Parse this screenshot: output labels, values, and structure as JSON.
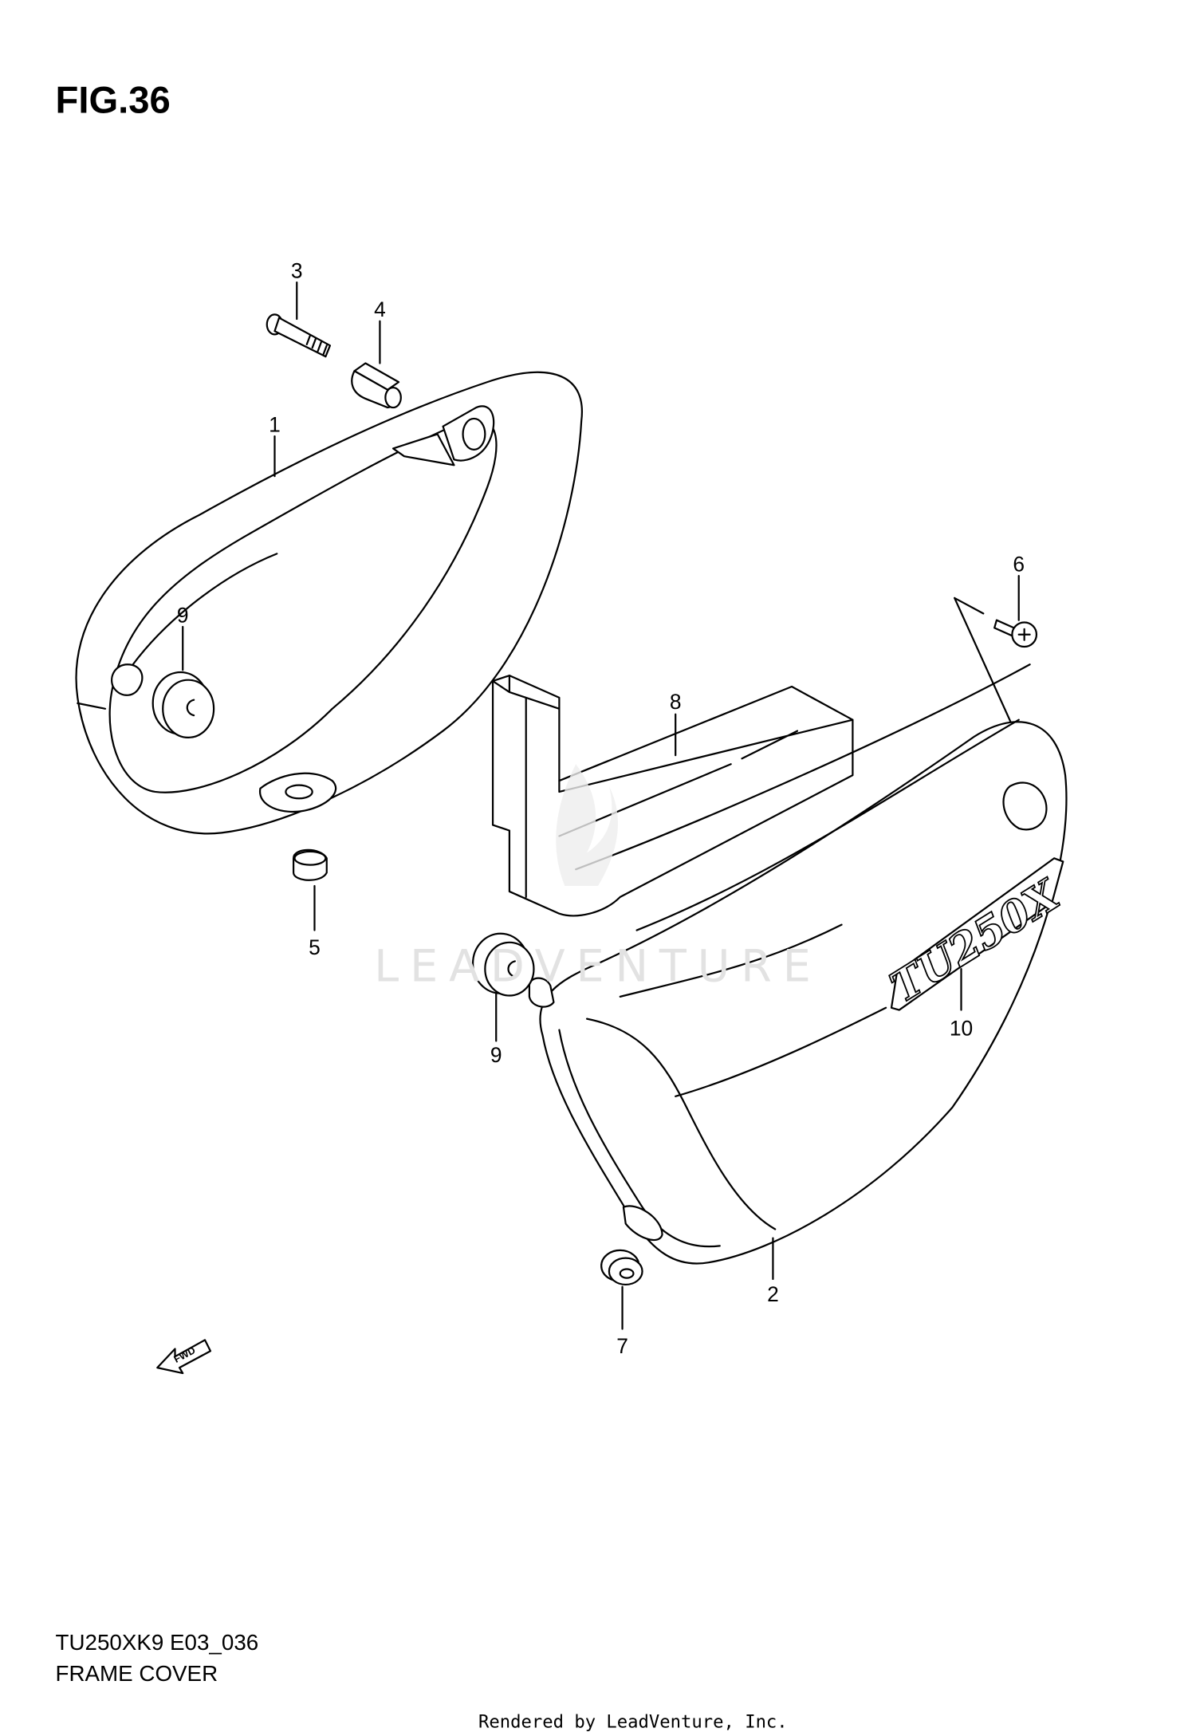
{
  "figure": {
    "title": "FIG.36"
  },
  "callouts": {
    "c1": "1",
    "c2": "2",
    "c3": "3",
    "c4": "4",
    "c5": "5",
    "c6": "6",
    "c7": "7",
    "c8": "8",
    "c9a": "9",
    "c9b": "9",
    "c10": "10"
  },
  "emblem_text": "TU250X",
  "fwd_label": "FWD",
  "watermark": "LEADVENTURE",
  "footer": {
    "model_code": "TU250XK9 E03_036",
    "section_name": "FRAME COVER",
    "rendered_by": "Rendered by LeadVenture, Inc."
  }
}
